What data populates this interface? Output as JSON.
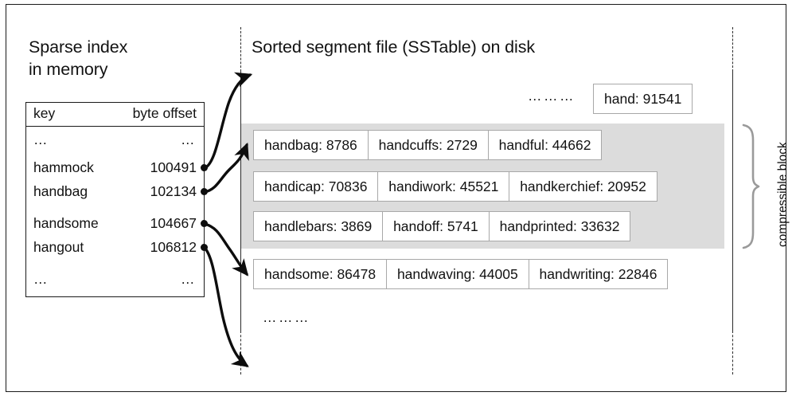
{
  "figure": {
    "left_heading": "Sparse index\nin memory",
    "right_heading": "Sorted segment file (SSTable) on disk",
    "compressible_label": "compressible block",
    "ellipsis": "………",
    "short_ellipsis": "…"
  },
  "sparse_index": {
    "columns": [
      "key",
      "byte offset"
    ],
    "rows": [
      {
        "key": "…",
        "offset": "…"
      },
      {
        "key": "hammock",
        "offset": "100491"
      },
      {
        "key": "handbag",
        "offset": "102134"
      },
      {
        "key": "handsome",
        "offset": "104667"
      },
      {
        "key": "hangout",
        "offset": "106812"
      },
      {
        "key": "…",
        "offset": "…"
      }
    ]
  },
  "sstable": {
    "top_entry": "hand: 91541",
    "top_ellipsis": "………",
    "bottom_ellipsis": "………",
    "rows": [
      {
        "in_compressible_block": true,
        "cells": [
          "handbag: 8786",
          "handcuffs: 2729",
          "handful: 44662"
        ]
      },
      {
        "in_compressible_block": true,
        "cells": [
          "handicap: 70836",
          "handiwork: 45521",
          "handkerchief: 20952"
        ]
      },
      {
        "in_compressible_block": true,
        "cells": [
          "handlebars: 3869",
          "handoff: 5741",
          "handprinted: 33632"
        ]
      },
      {
        "in_compressible_block": false,
        "cells": [
          "handsome: 86478",
          "handwaving: 44005",
          "handwriting: 22846"
        ]
      }
    ]
  },
  "colors": {
    "frame": "#1a1a1a",
    "text": "#121212",
    "cell_border": "#a8a8a8",
    "compressible_bg": "#dcdcdc",
    "rail": "#2a2a2a",
    "arrow": "#0d0d0d",
    "brace": "#9a9a9a"
  }
}
